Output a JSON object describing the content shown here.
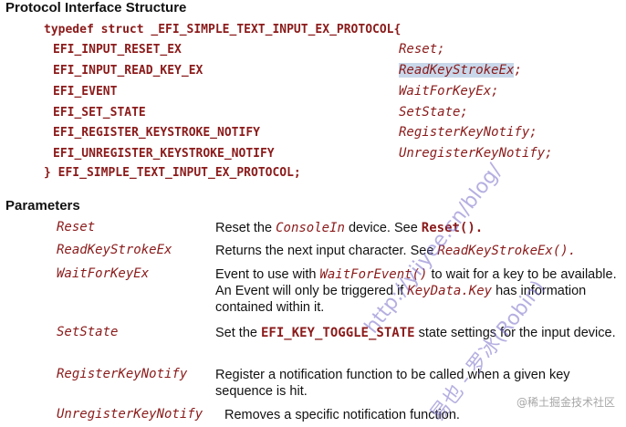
{
  "section1": {
    "title": "Protocol Interface Structure",
    "open": "typedef struct _EFI_SIMPLE_TEXT_INPUT_EX_PROTOCOL{",
    "rows": [
      {
        "type": "EFI_INPUT_RESET_EX",
        "member": "Reset;"
      },
      {
        "type": "EFI_INPUT_READ_KEY_EX",
        "member": "ReadKeyStrokeEx;"
      },
      {
        "type": "EFI_EVENT",
        "member": "WaitForKeyEx;"
      },
      {
        "type": "EFI_SET_STATE",
        "member": "SetState;"
      },
      {
        "type": "EFI_REGISTER_KEYSTROKE_NOTIFY",
        "member": "RegisterKeyNotify;"
      },
      {
        "type": "EFI_UNREGISTER_KEYSTROKE_NOTIFY",
        "member": "UnregisterKeyNotify;"
      }
    ],
    "close": "} EFI_SIMPLE_TEXT_INPUT_EX_PROTOCOL;"
  },
  "section2": {
    "title": "Parameters",
    "params": [
      {
        "name": "Reset",
        "d1": "Reset the ",
        "r1": "ConsoleIn",
        "d2": " device. See ",
        "r2": "Reset()."
      },
      {
        "name": "ReadKeyStrokeEx",
        "d1": "Returns the next input character. See ",
        "r1": "ReadKeyStrokeEx()."
      },
      {
        "name": "WaitForKeyEx",
        "d1": "Event to use with ",
        "r1": "WaitForEvent()",
        "d2": " to wait for a key to be available. An Event will only be triggered if ",
        "r2": "KeyData.Key",
        "d3": " has information contained within it."
      },
      {
        "name": "SetState",
        "d1": "Set the ",
        "r1": "EFI_KEY_TOGGLE_STATE",
        "d2": " state settings for the input device."
      },
      {
        "name": "RegisterKeyNotify",
        "d1": "Register a notification function to be called when a given key sequence is hit."
      },
      {
        "name": "UnregisterKeyNotify",
        "d1": "Removes a specific notification function."
      }
    ]
  },
  "watermark": {
    "url": "http://yiiyee.cn/blog/",
    "author": "易也 - 罗冰(Robin)"
  },
  "footer": "@稀土掘金技术社区"
}
